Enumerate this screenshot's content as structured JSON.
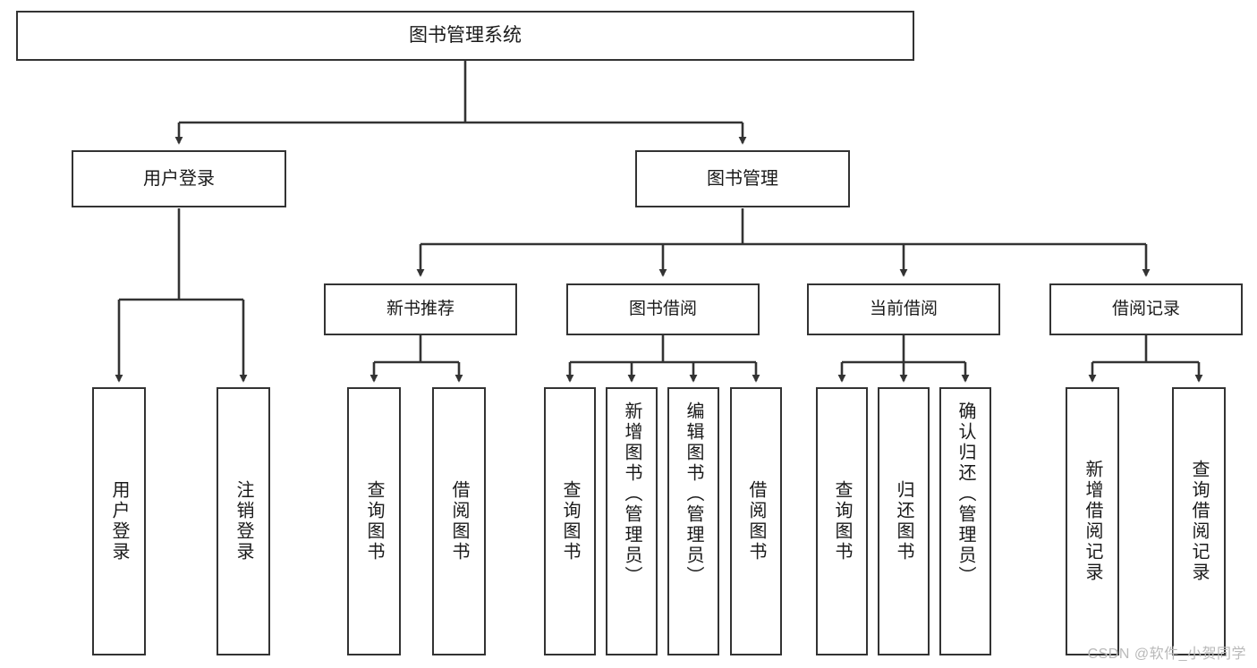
{
  "diagram": {
    "title": "图书管理系统",
    "type": "tree",
    "watermark": "CSDN @软件_小贺同学",
    "colors": {
      "box_border": "#333333",
      "box_fill": "#ffffff",
      "connector": "#333333",
      "text": "#1a1a1a",
      "watermark": "#b9b9b9",
      "background": "#ffffff"
    },
    "root": {
      "id": "root",
      "label": "图书管理系统"
    },
    "level1": [
      {
        "id": "user-login",
        "label": "用户登录"
      },
      {
        "id": "book-manage",
        "label": "图书管理"
      }
    ],
    "level2": [
      {
        "id": "new-book-recommend",
        "label": "新书推荐",
        "parent": "book-manage"
      },
      {
        "id": "book-borrow",
        "label": "图书借阅",
        "parent": "book-manage"
      },
      {
        "id": "current-borrow",
        "label": "当前借阅",
        "parent": "book-manage"
      },
      {
        "id": "borrow-record",
        "label": "借阅记录",
        "parent": "book-manage"
      }
    ],
    "leaves": {
      "user-login": [
        {
          "id": "leaf-user-login",
          "label": "用户登录"
        },
        {
          "id": "leaf-logout",
          "label": "注销登录"
        }
      ],
      "new-book-recommend": [
        {
          "id": "leaf-query-book-1",
          "label": "查询图书"
        },
        {
          "id": "leaf-borrow-book-1",
          "label": "借阅图书"
        }
      ],
      "book-borrow": [
        {
          "id": "leaf-query-book-2",
          "label": "查询图书"
        },
        {
          "id": "leaf-add-book",
          "label": "新增图书（管理员）"
        },
        {
          "id": "leaf-edit-book",
          "label": "编辑图书（管理员）"
        },
        {
          "id": "leaf-borrow-book-2",
          "label": "借阅图书"
        }
      ],
      "current-borrow": [
        {
          "id": "leaf-query-book-3",
          "label": "查询图书"
        },
        {
          "id": "leaf-return-book",
          "label": "归还图书"
        },
        {
          "id": "leaf-confirm-return",
          "label": "确认归还（管理员）"
        }
      ],
      "borrow-record": [
        {
          "id": "leaf-add-record",
          "label": "新增借阅记录"
        },
        {
          "id": "leaf-query-record",
          "label": "查询借阅记录"
        }
      ]
    }
  }
}
